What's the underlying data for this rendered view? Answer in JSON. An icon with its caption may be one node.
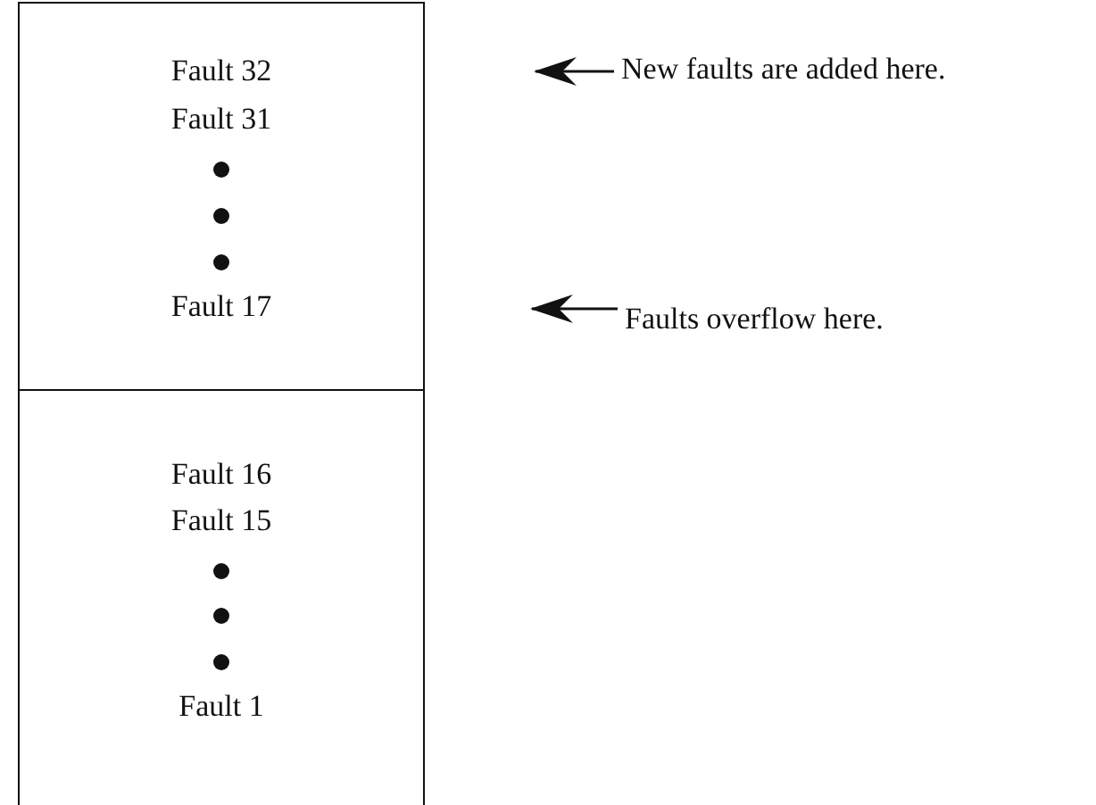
{
  "diagram": {
    "nodes": [
      {
        "text": [
          "Fault 32",
          "Fault 31",
          "Fault 17"
        ]
      },
      {
        "text": [
          "Fault 16",
          "Fault 15",
          "Fault 1"
        ]
      },
      {
        "text": [
          "New faults are added here."
        ]
      },
      {
        "text": [
          "Faults overflow here."
        ]
      }
    ],
    "edges": [
      {
        "from": 2,
        "to": null,
        "arrow": "to"
      },
      {
        "from": 3,
        "to": null,
        "arrow": "to"
      }
    ]
  }
}
